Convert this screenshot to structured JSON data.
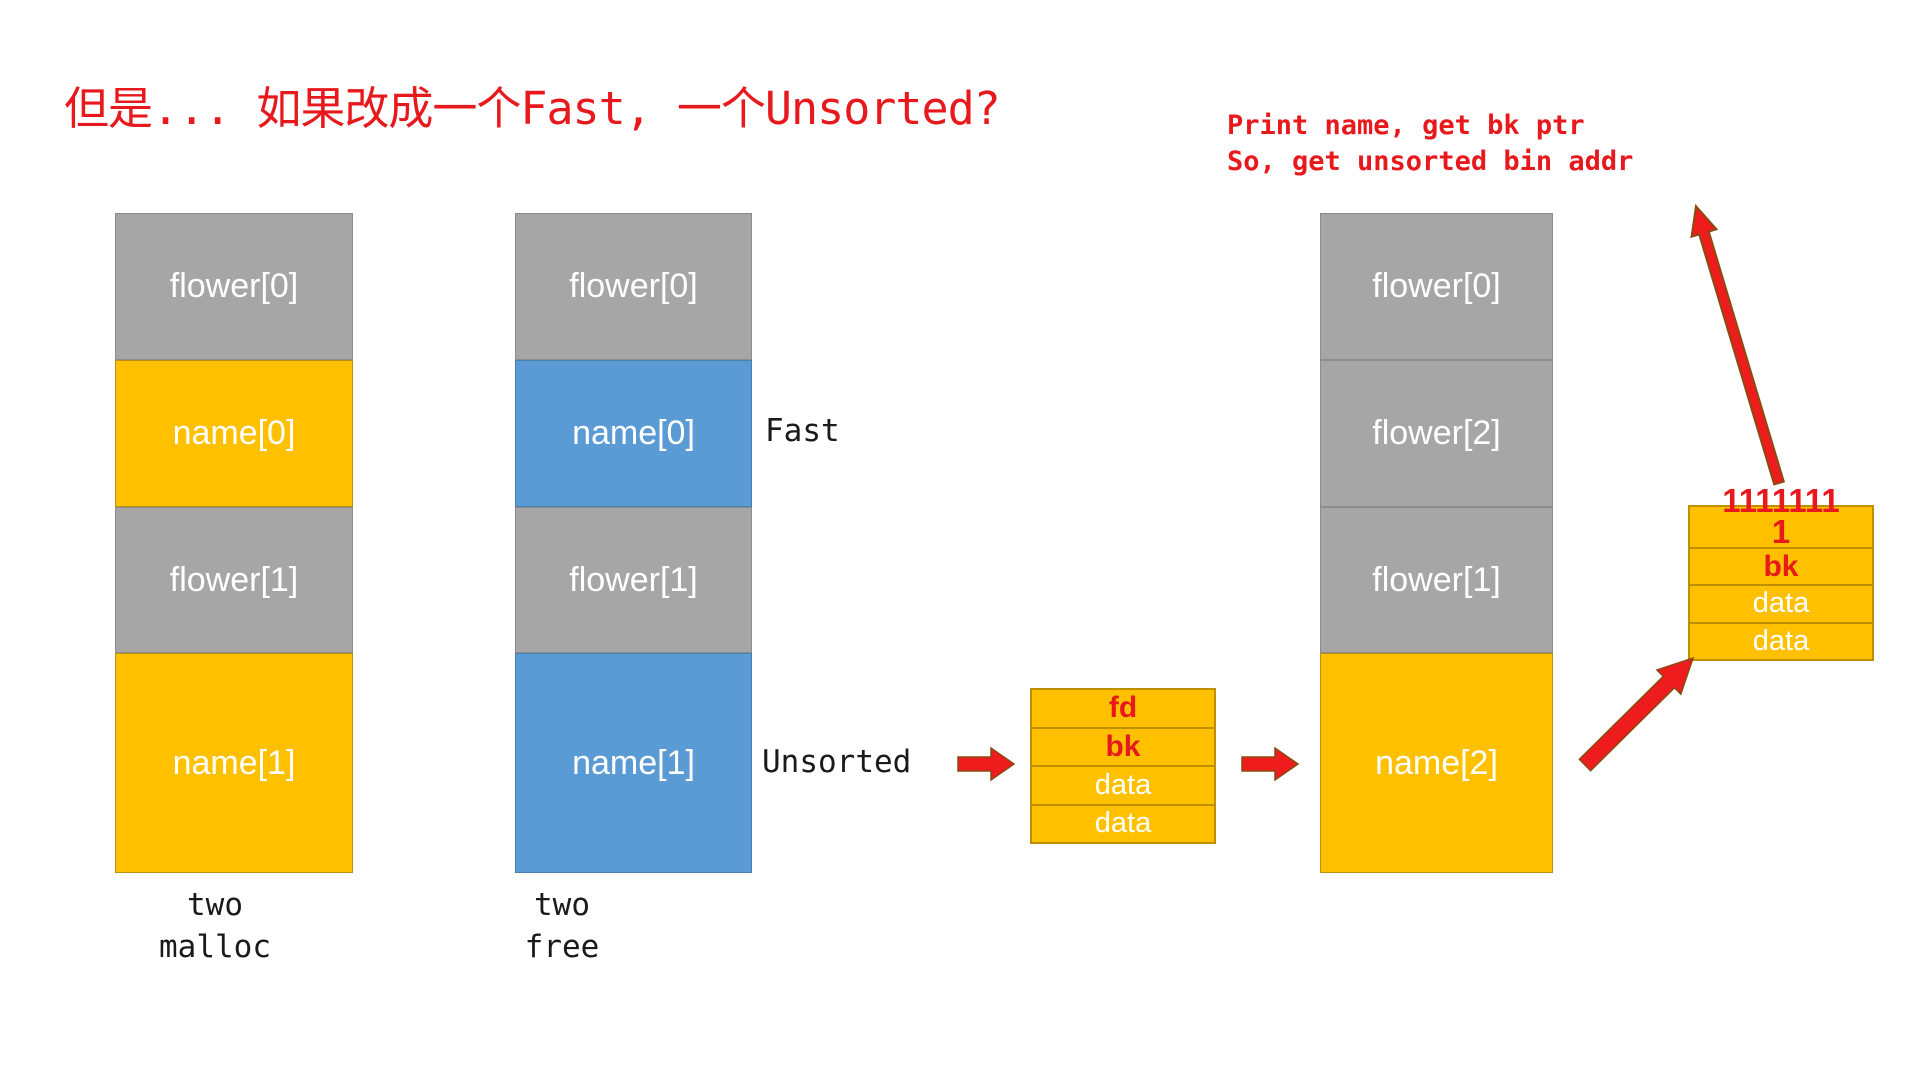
{
  "slide": {
    "title": "但是... 如果改成一个Fast, 一个Unsorted?",
    "annotation_line1": "Print name, get bk ptr",
    "annotation_line2": "So, get unsorted bin addr"
  },
  "labels": {
    "fast": "Fast",
    "unsorted": "Unsorted"
  },
  "columns": [
    {
      "caption_line1": "two",
      "caption_line2": "malloc",
      "blocks": [
        {
          "label": "flower[0]",
          "color": "gray"
        },
        {
          "label": "name[0]",
          "color": "gold"
        },
        {
          "label": "flower[1]",
          "color": "gray"
        },
        {
          "label": "name[1]",
          "color": "gold"
        }
      ]
    },
    {
      "caption_line1": "two",
      "caption_line2": "free",
      "blocks": [
        {
          "label": "flower[0]",
          "color": "gray"
        },
        {
          "label": "name[0]",
          "color": "blue"
        },
        {
          "label": "flower[1]",
          "color": "gray"
        },
        {
          "label": "name[1]",
          "color": "blue"
        }
      ]
    },
    {
      "blocks": [
        {
          "label": "flower[0]",
          "color": "gray"
        },
        {
          "label": "flower[2]",
          "color": "gray"
        },
        {
          "label": "flower[1]",
          "color": "gray"
        },
        {
          "label": "name[2]",
          "color": "gold"
        }
      ]
    }
  ],
  "unsorted_chunk": {
    "row1": "fd",
    "row2": "bk",
    "row3": "data",
    "row4": "data"
  },
  "leaked_chunk": {
    "row1_line1": "1111111",
    "row1_line2": "1",
    "row2": "bk",
    "row3": "data",
    "row4": "data"
  },
  "colors": {
    "red_text": "#e8191c",
    "arrow_fill": "#ee1c1c",
    "arrow_stroke": "#8a4a12",
    "gray_block": "#a6a6a6",
    "gold_block": "#ffc000",
    "blue_block": "#5b9bd5",
    "gold_border": "#bf8f00",
    "block_text": "#ffffff",
    "caption_text": "#1a1a1a"
  }
}
